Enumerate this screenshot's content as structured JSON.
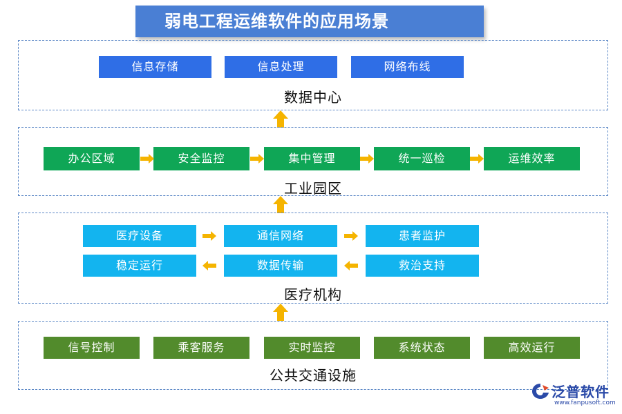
{
  "title": "弱电工程运维软件的应用场景",
  "data_center": {
    "title": "数据中心",
    "items": [
      "信息存储",
      "信息处理",
      "网络布线"
    ]
  },
  "industrial_park": {
    "title": "工业园区",
    "items": [
      "办公区域",
      "安全监控",
      "集中管理",
      "统一巡检",
      "运维效率"
    ]
  },
  "medical": {
    "title": "医疗机构",
    "row1": [
      "医疗设备",
      "通信网络",
      "患者监护"
    ],
    "row2": [
      "稳定运行",
      "数据传输",
      "救治支持"
    ]
  },
  "public_transport": {
    "title": "公共交通设施",
    "items": [
      "信号控制",
      "乘客服务",
      "实时监控",
      "系统状态",
      "高效运行"
    ]
  },
  "logo": {
    "name": "泛普软件",
    "url": "www.fanpusoft.com"
  },
  "colors": {
    "title_bg": "#4a7fd4",
    "data_center_box": "#2f6ee6",
    "industrial_box": "#0fa656",
    "medical_box": "#13b4ef",
    "transport_box": "#528b2c",
    "arrow": "#f5b400"
  }
}
